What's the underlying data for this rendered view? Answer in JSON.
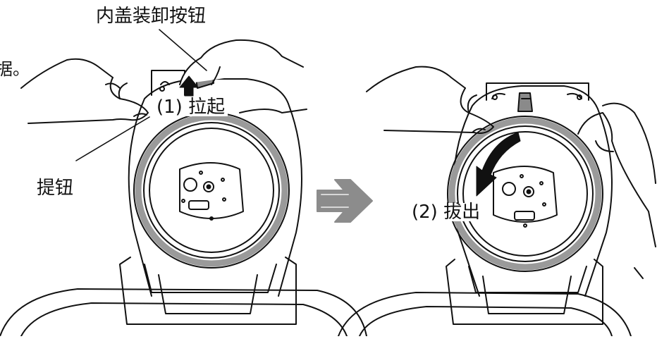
{
  "labels": {
    "lid_release_button": "内盖装卸按钮",
    "cutoff_fragment": "据。",
    "step1": "(1) 拉起",
    "knob": "提钮",
    "step2": "(2) 拔出"
  },
  "icons": {
    "process_arrow": "right-arrow-icon",
    "up_arrow": "up-arrow-icon",
    "rotate_arrow": "curved-down-arrow-icon"
  },
  "colors": {
    "line": "#111111",
    "ring_gray": "#9a9a9a",
    "arrow_gray": "#8c8c8c",
    "button_gray": "#8a8a8a"
  }
}
